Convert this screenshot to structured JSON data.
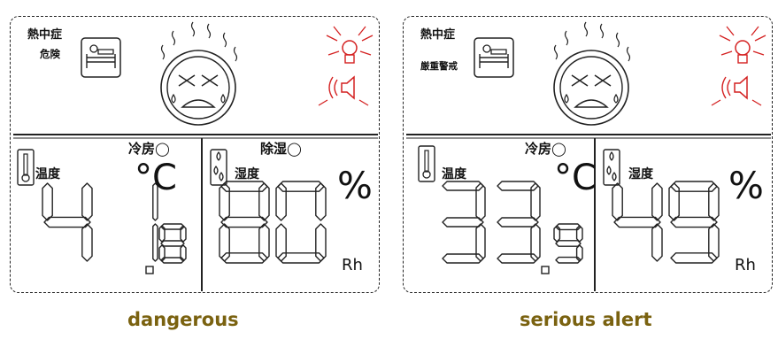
{
  "panels": [
    {
      "heatstroke": "熱中症",
      "level": "危険",
      "cooling": "冷房◯",
      "temperature_label": "温度",
      "temperature_unit": "°C",
      "temperature_value": "41.8",
      "dehumid": "除湿◯",
      "humidity_label": "湿度",
      "humidity_unit": "%",
      "humidity_suffix": "Rh",
      "humidity_value": "80",
      "caption": "dangerous"
    },
    {
      "heatstroke": "熱中症",
      "level": "厳重警戒",
      "cooling": "冷房◯",
      "temperature_label": "温度",
      "temperature_unit": "°C",
      "temperature_value": "33.9",
      "dehumid": "",
      "humidity_label": "湿度",
      "humidity_unit": "%",
      "humidity_suffix": "Rh",
      "humidity_value": "49",
      "caption": "serious alert"
    }
  ],
  "colors": {
    "outline": "#222222",
    "alert_red": "#d42020",
    "caption": "#7a6210"
  },
  "icons": [
    "bed-icon",
    "face-icon",
    "lightbulb-icon",
    "speaker-icon",
    "thermometer-icon",
    "droplet-icon"
  ]
}
